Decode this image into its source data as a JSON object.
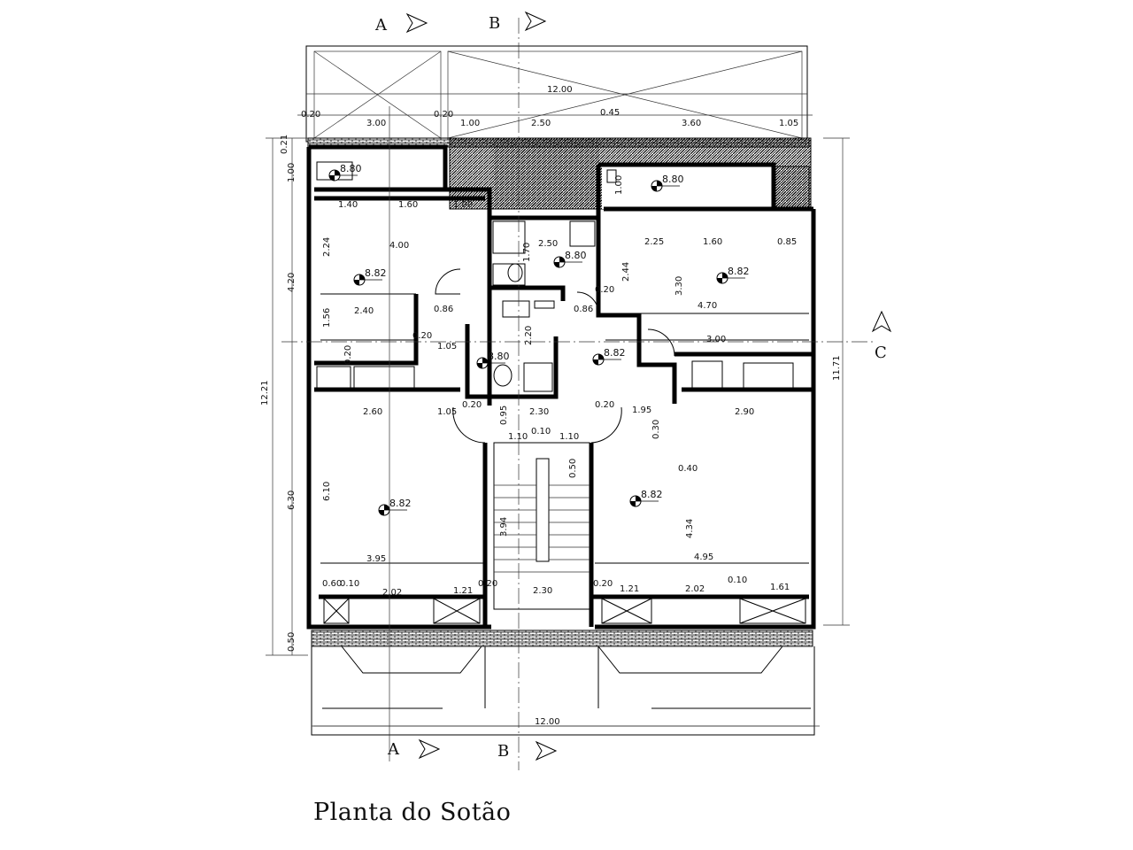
{
  "title": "Planta do Sotão",
  "sections": {
    "a": "A",
    "b": "B",
    "c": "C"
  },
  "dimensions": {
    "overall_width_top": "12.00",
    "overall_width_bottom": "12.00",
    "total_depth": "12.21",
    "inner_depth": "11.71",
    "left_chain": [
      "0.21",
      "1.00",
      "4.20",
      "6.30",
      "0.50"
    ],
    "top_chain": [
      "0.20",
      "3.00",
      "0.20",
      "1.00",
      "2.50",
      "0.45",
      "3.60",
      "1.05"
    ],
    "rooms": [
      "1.40",
      "1.60",
      "1.00",
      "4.00",
      "2.24",
      "1.70",
      "2.50",
      "2.25",
      "1.60",
      "0.85",
      "2.44",
      "3.30",
      "4.70",
      "0.86",
      "0.86",
      "0.20",
      "2.40",
      "1.56",
      "1.05",
      "0.20",
      "2.20",
      "3.00",
      "2.60",
      "1.05",
      "0.95",
      "2.30",
      "1.95",
      "2.90",
      "0.10",
      "1.10",
      "1.10",
      "0.30",
      "0.40",
      "6.10",
      "0.50",
      "3.94",
      "4.34",
      "3.95",
      "4.95",
      "0.60",
      "0.10",
      "2.02",
      "1.21",
      "0.20",
      "2.30",
      "0.20",
      "1.21",
      "2.02",
      "0.10",
      "1.61",
      "1.00",
      "0.20",
      "0.20",
      "0.20"
    ]
  },
  "levels": [
    "8.80",
    "8.80",
    "8.80",
    "8.82",
    "8.82",
    "8.80",
    "8.82",
    "8.82",
    "8.82"
  ]
}
